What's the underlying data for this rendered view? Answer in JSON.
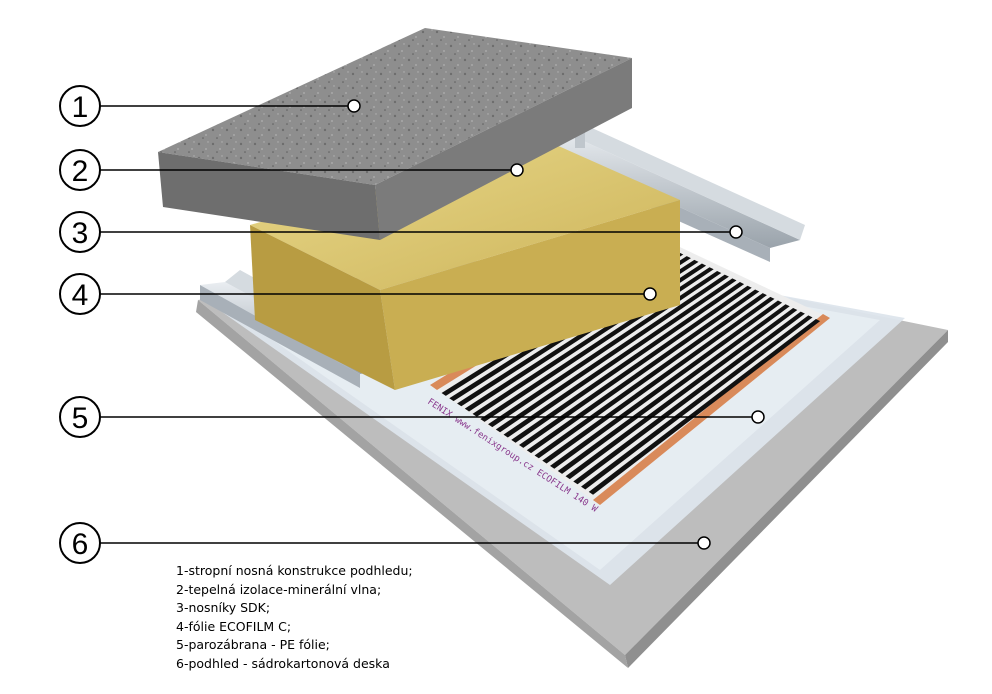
{
  "callouts": [
    {
      "number": "1",
      "layer": "stropni-nosna-konstrukce"
    },
    {
      "number": "2",
      "layer": "tepelna-izolace"
    },
    {
      "number": "3",
      "layer": "nosniky-sdk"
    },
    {
      "number": "4",
      "layer": "folie-ecofilm"
    },
    {
      "number": "5",
      "layer": "parozabrana"
    },
    {
      "number": "6",
      "layer": "podhled"
    }
  ],
  "film_label": "FENIX  www.fenixgroup.cz  ECOFILM 140 W",
  "legend": [
    "1-stropní nosná konstrukce podhledu;",
    "2-tepelná izolace-minerální vlna;",
    "3-nosníky SDK;",
    "4-fólie ECOFILM C;",
    "5-parozábrana - PE fólie;",
    "6-podhled - sádrokartonová deska"
  ],
  "colors": {
    "concrete": "#8c8c8c",
    "mineral_wool": "#d9c36a",
    "steel": "#c4cbd2",
    "film_stripe": "#111111",
    "film_edge": "#d98a5a",
    "foil": "#dfe7ee",
    "drywall": "#b8b8b8"
  }
}
